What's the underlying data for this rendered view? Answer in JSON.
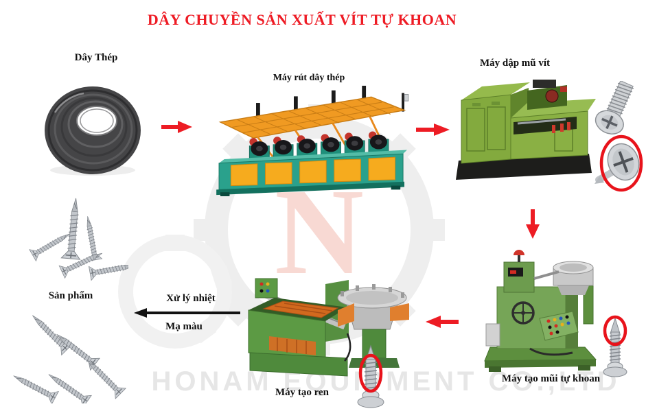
{
  "title": {
    "text": "DÂY CHUYỀN SẢN XUẤT VÍT TỰ KHOAN"
  },
  "watermark": {
    "text": "HONAM EQUIPMENT CO.,LTD",
    "monogram": "N"
  },
  "stages": {
    "wire": {
      "label": "Dây Thép"
    },
    "drawing": {
      "label": "Máy rút dây thép"
    },
    "heading": {
      "label": "Máy dập mũ vít"
    },
    "drilling": {
      "label": "Máy tạo mũi tự khoan"
    },
    "threading": {
      "label": "Máy tạo ren"
    },
    "finishing": {
      "label_top": "Xử lý nhiệt",
      "label_bottom": "Mạ màu"
    },
    "products": {
      "label": "Sản phẩm"
    }
  },
  "colors": {
    "title_red": "#ee1b24",
    "accent_red": "#ed1c24",
    "highlight_red": "#e8131b",
    "label_black": "#111111",
    "teal_machine": "#2aa18c",
    "green_machine": "#7fa73c",
    "orange_canopy": "#f09a22",
    "yellow_panel": "#f6ab1e",
    "screw_silver": "#c6cacf",
    "watermark_gray": "#e6e6e6",
    "watermark_pink": "#f8d9d3"
  }
}
